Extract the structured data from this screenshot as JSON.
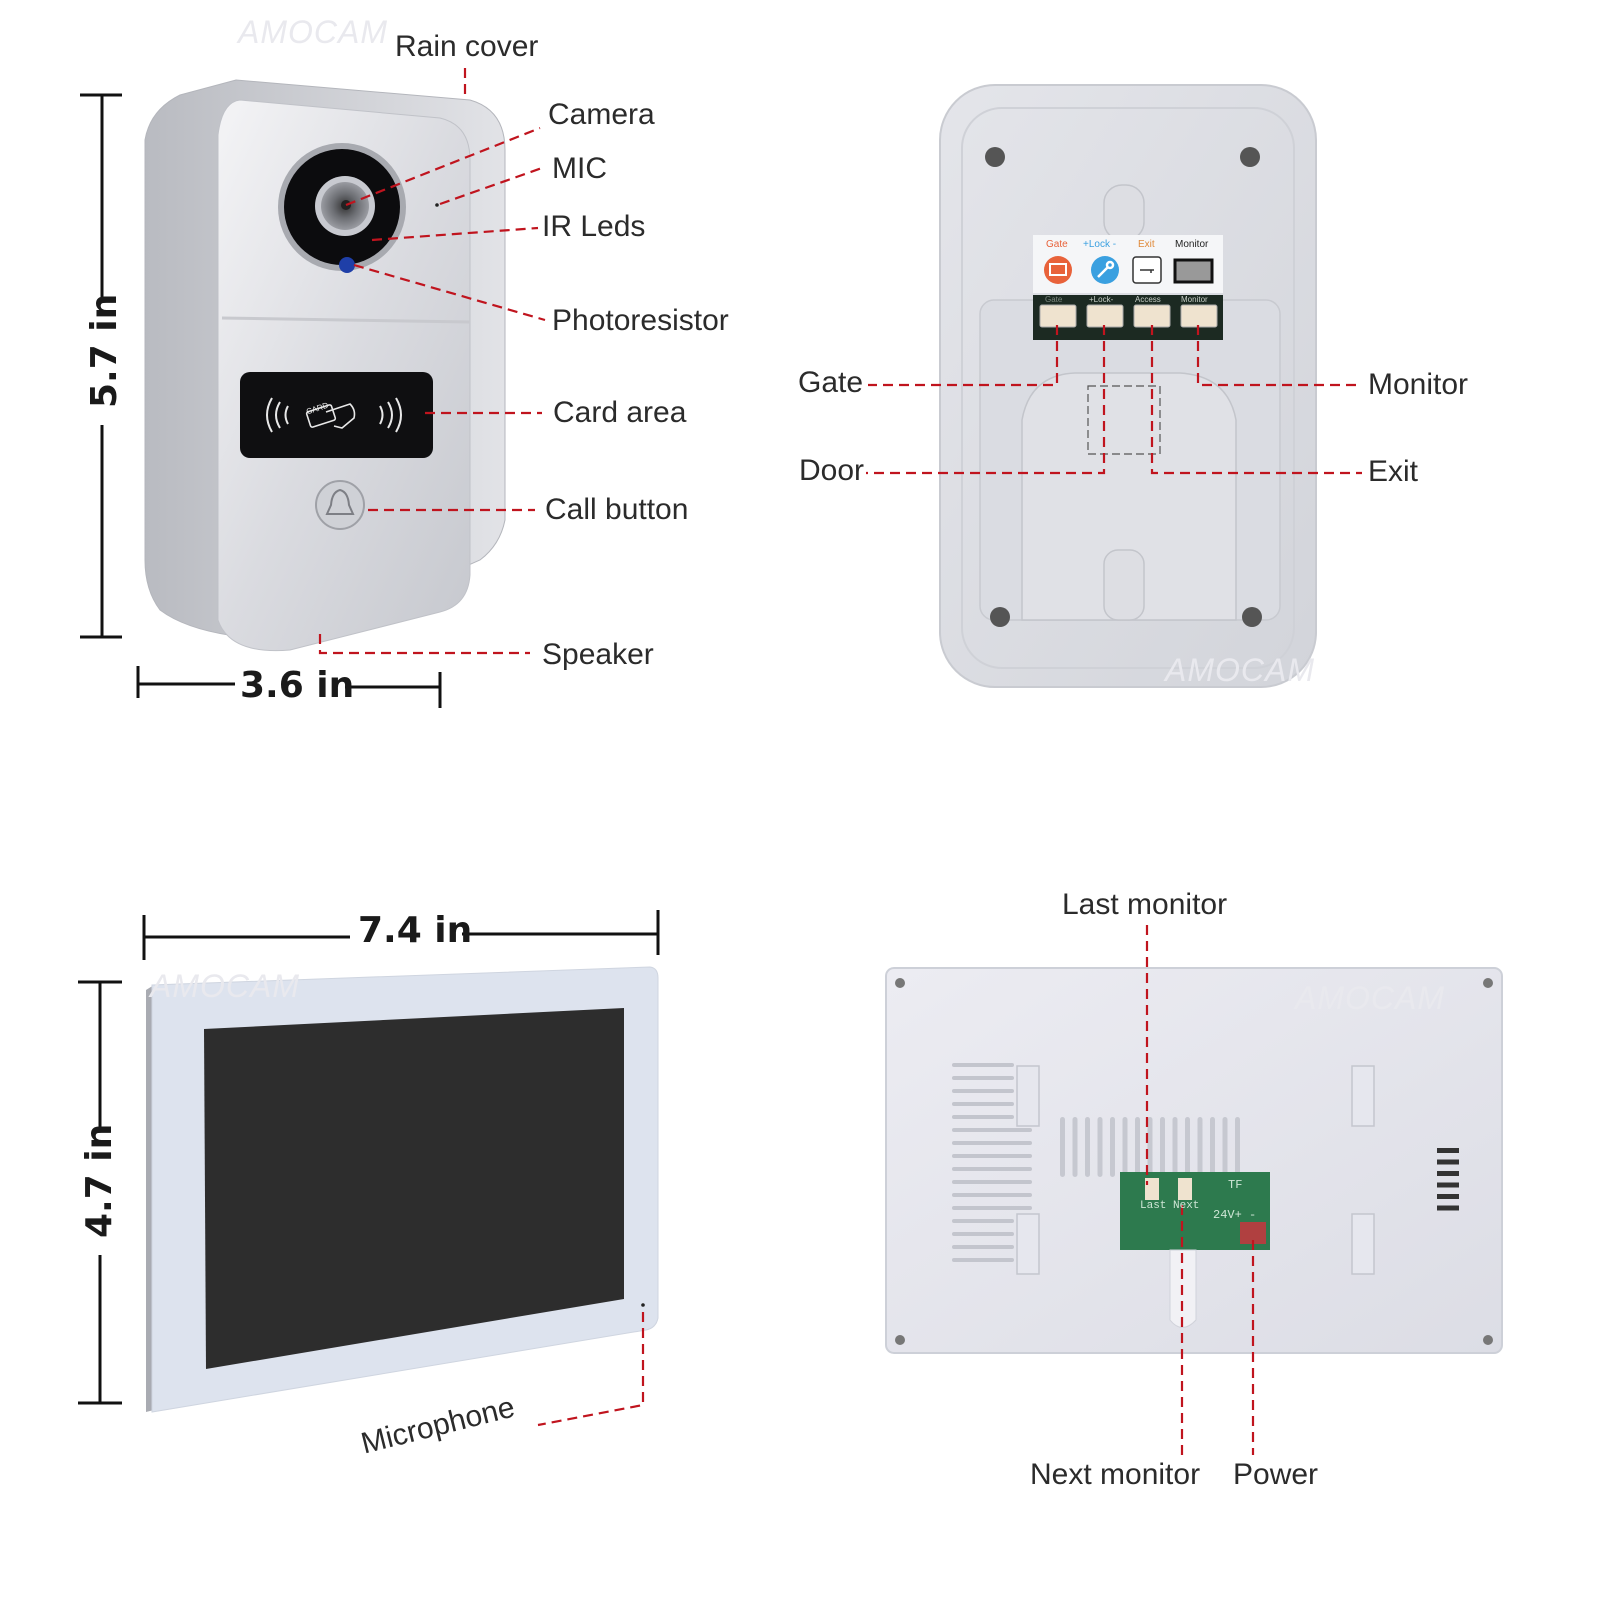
{
  "watermark": "AMOCAM",
  "colors": {
    "leader_line": "#c0141e",
    "dimension_line": "#111111",
    "gate_icon": "#e8623a",
    "lock_icon": "#3aa0e0",
    "exit_label": "#e08a3a",
    "pcb_green": "#2d7a4e",
    "screen": "#2d2d2d",
    "led_blue": "#1f3fa8"
  },
  "doorbell_front": {
    "labels": {
      "rain_cover": "Rain cover",
      "camera": "Camera",
      "mic": "MIC",
      "ir_leds": "IR Leds",
      "photoresistor": "Photoresistor",
      "card_area": "Card area",
      "call_button": "Call button",
      "speaker": "Speaker"
    },
    "card_reader_text": "CARD",
    "height_dimension": "5.7 in",
    "width_dimension": "3.6 in"
  },
  "doorbell_back": {
    "terminal_legend": [
      {
        "label": "Gate",
        "icon": "gate-icon"
      },
      {
        "label": "+Lock -",
        "icon": "key-icon"
      },
      {
        "label": "Exit",
        "icon": "exit-button-icon"
      },
      {
        "label": "Monitor",
        "icon": "monitor-icon"
      }
    ],
    "pcb_port_labels": [
      "Gate",
      "+Lock-",
      "Access",
      "Monitor"
    ],
    "labels": {
      "gate": "Gate",
      "door": "Door",
      "monitor": "Monitor",
      "exit": "Exit"
    }
  },
  "monitor_front": {
    "width_dimension": "7.4 in",
    "height_dimension": "4.7 in",
    "labels": {
      "microphone": "Microphone"
    }
  },
  "monitor_back": {
    "pcb_text": {
      "last": "Last",
      "next": "Next",
      "tf": "TF",
      "voltage": "24V+ -"
    },
    "labels": {
      "last_monitor": "Last monitor",
      "next_monitor": "Next monitor",
      "power": "Power"
    }
  }
}
